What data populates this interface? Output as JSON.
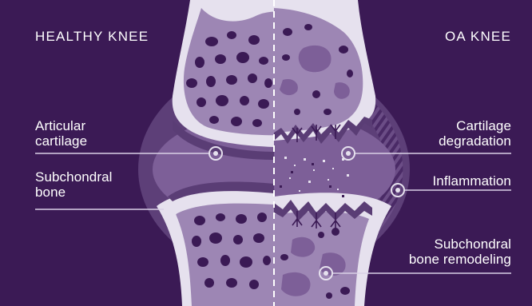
{
  "headers": {
    "left": "HEALTHY KNEE",
    "right": "OA KNEE"
  },
  "labels": {
    "articular_cartilage": [
      "Articular",
      "cartilage"
    ],
    "subchondral_bone": [
      "Subchondral",
      "bone"
    ],
    "cartilage_degradation": [
      "Cartilage",
      "degradation"
    ],
    "inflammation": "Inflammation",
    "subchondral_bone_remodeling": [
      "Subchondral",
      "bone remodeling"
    ]
  },
  "colors": {
    "background": "#3b1a55",
    "joint_capsule": "#5d3f78",
    "synovial_space": "#7d5f98",
    "bone_border": "#e6e1ee",
    "bone_fill": "#9d86b4",
    "bone_pores": "#3b1a55",
    "cartilage": "#5a3d75",
    "leader_line": "#d9d0e6"
  }
}
